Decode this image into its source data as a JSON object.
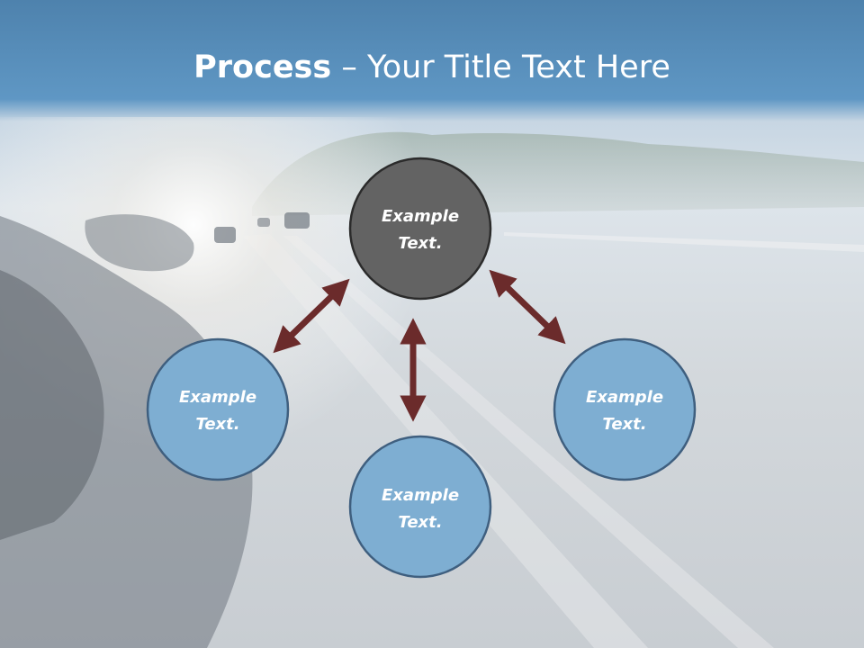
{
  "title": {
    "bold": "Process",
    "rest": " – Your Title Text Here"
  },
  "colors": {
    "center_fill": "#636363",
    "node_fill": "#7eaed2",
    "node_stroke": "#3f5f7f",
    "center_stroke": "#2b2b2b",
    "arrow": "#6b2b2b"
  },
  "nodes": [
    {
      "id": "top",
      "line1": "Example",
      "line2": "Text."
    },
    {
      "id": "left",
      "line1": "Example",
      "line2": "Text."
    },
    {
      "id": "bottom",
      "line1": "Example",
      "line2": "Text."
    },
    {
      "id": "right",
      "line1": "Example",
      "line2": "Text."
    }
  ]
}
